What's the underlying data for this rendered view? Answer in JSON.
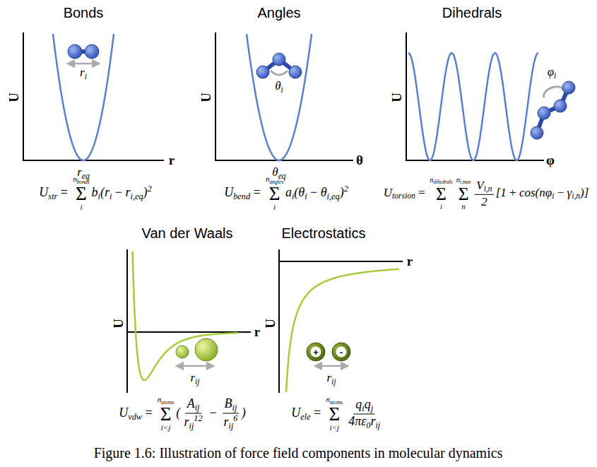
{
  "diagram": {
    "caption": "Figure 1.6: Illustration of force field components in molecular dynamics",
    "nodes": [
      {
        "text": [
          "+"
        ]
      },
      {
        "text": [
          "-"
        ]
      }
    ],
    "labels": [
      "Bonds",
      "Angles",
      "Dihedrals",
      "Van der Waals",
      "Electrostatics",
      "U",
      "r",
      "r",
      "i",
      "r",
      "eq",
      "U",
      "θ",
      "θ",
      "i",
      "θ",
      "eq",
      "U",
      "φ",
      "φ",
      "i",
      "U",
      "r",
      "r",
      "ij",
      "U",
      "r",
      "r",
      "ij",
      "U",
      "str",
      "=",
      "n",
      "bonds",
      "Σ",
      "i",
      "b",
      "i",
      "(r",
      "i",
      "−",
      "r",
      "i,eq",
      ")",
      "2",
      "U",
      "bend",
      "=",
      "n",
      "angles",
      "Σ",
      "i",
      "a",
      "i",
      "(θ",
      "i",
      "−",
      "θ",
      "i,eq",
      ")",
      "2",
      "U",
      "torsion",
      "=",
      "n",
      "dihedrals",
      "Σ",
      "i",
      "n",
      "i,max",
      "Σ",
      "n",
      "V",
      "i,n",
      "2",
      "[1",
      "+",
      "cos(nφ",
      "i",
      "−",
      "γ",
      "i,n",
      ")]",
      "U",
      "vdw",
      "=",
      "n",
      "atoms",
      "Σ",
      "i<j",
      "(",
      "A",
      "ij",
      "r",
      "ij",
      "12",
      "−",
      "B",
      "ij",
      "r",
      "ij",
      "6",
      ")",
      "U",
      "ele",
      "=",
      "n",
      "atoms",
      "Σ",
      "i<j",
      "q",
      "i",
      "q",
      "j",
      "4πε",
      "0",
      "r",
      "ij"
    ]
  }
}
